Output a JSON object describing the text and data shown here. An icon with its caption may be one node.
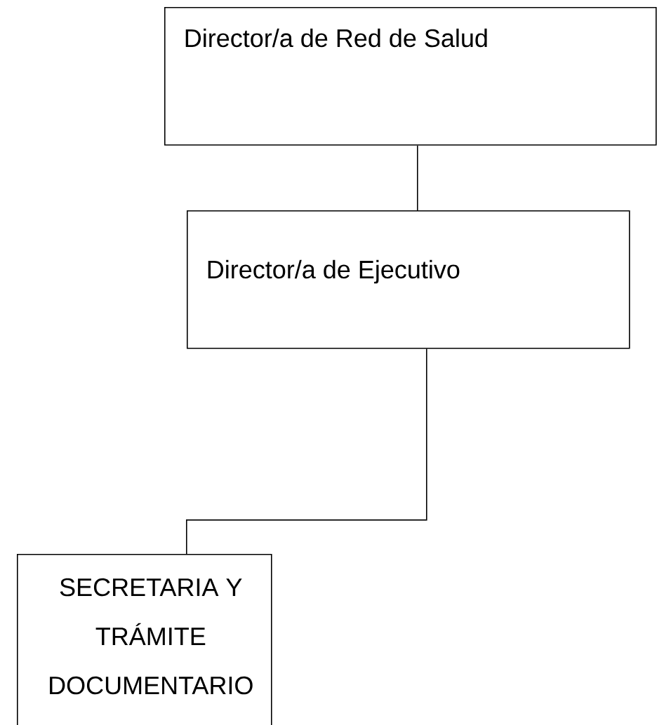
{
  "diagram": {
    "nodes": [
      {
        "text": [
          "Director/a de Red de Salud"
        ]
      },
      {
        "text": [
          "Director/a de Ejecutivo"
        ]
      },
      {
        "text": [
          "SECRETARIA Y TRÁMITE DOCUMENTARIO"
        ]
      }
    ],
    "edges": [
      {
        "from": 0,
        "to": 1,
        "arrow": "none"
      },
      {
        "from": 1,
        "to": 2,
        "arrow": "none"
      }
    ]
  }
}
